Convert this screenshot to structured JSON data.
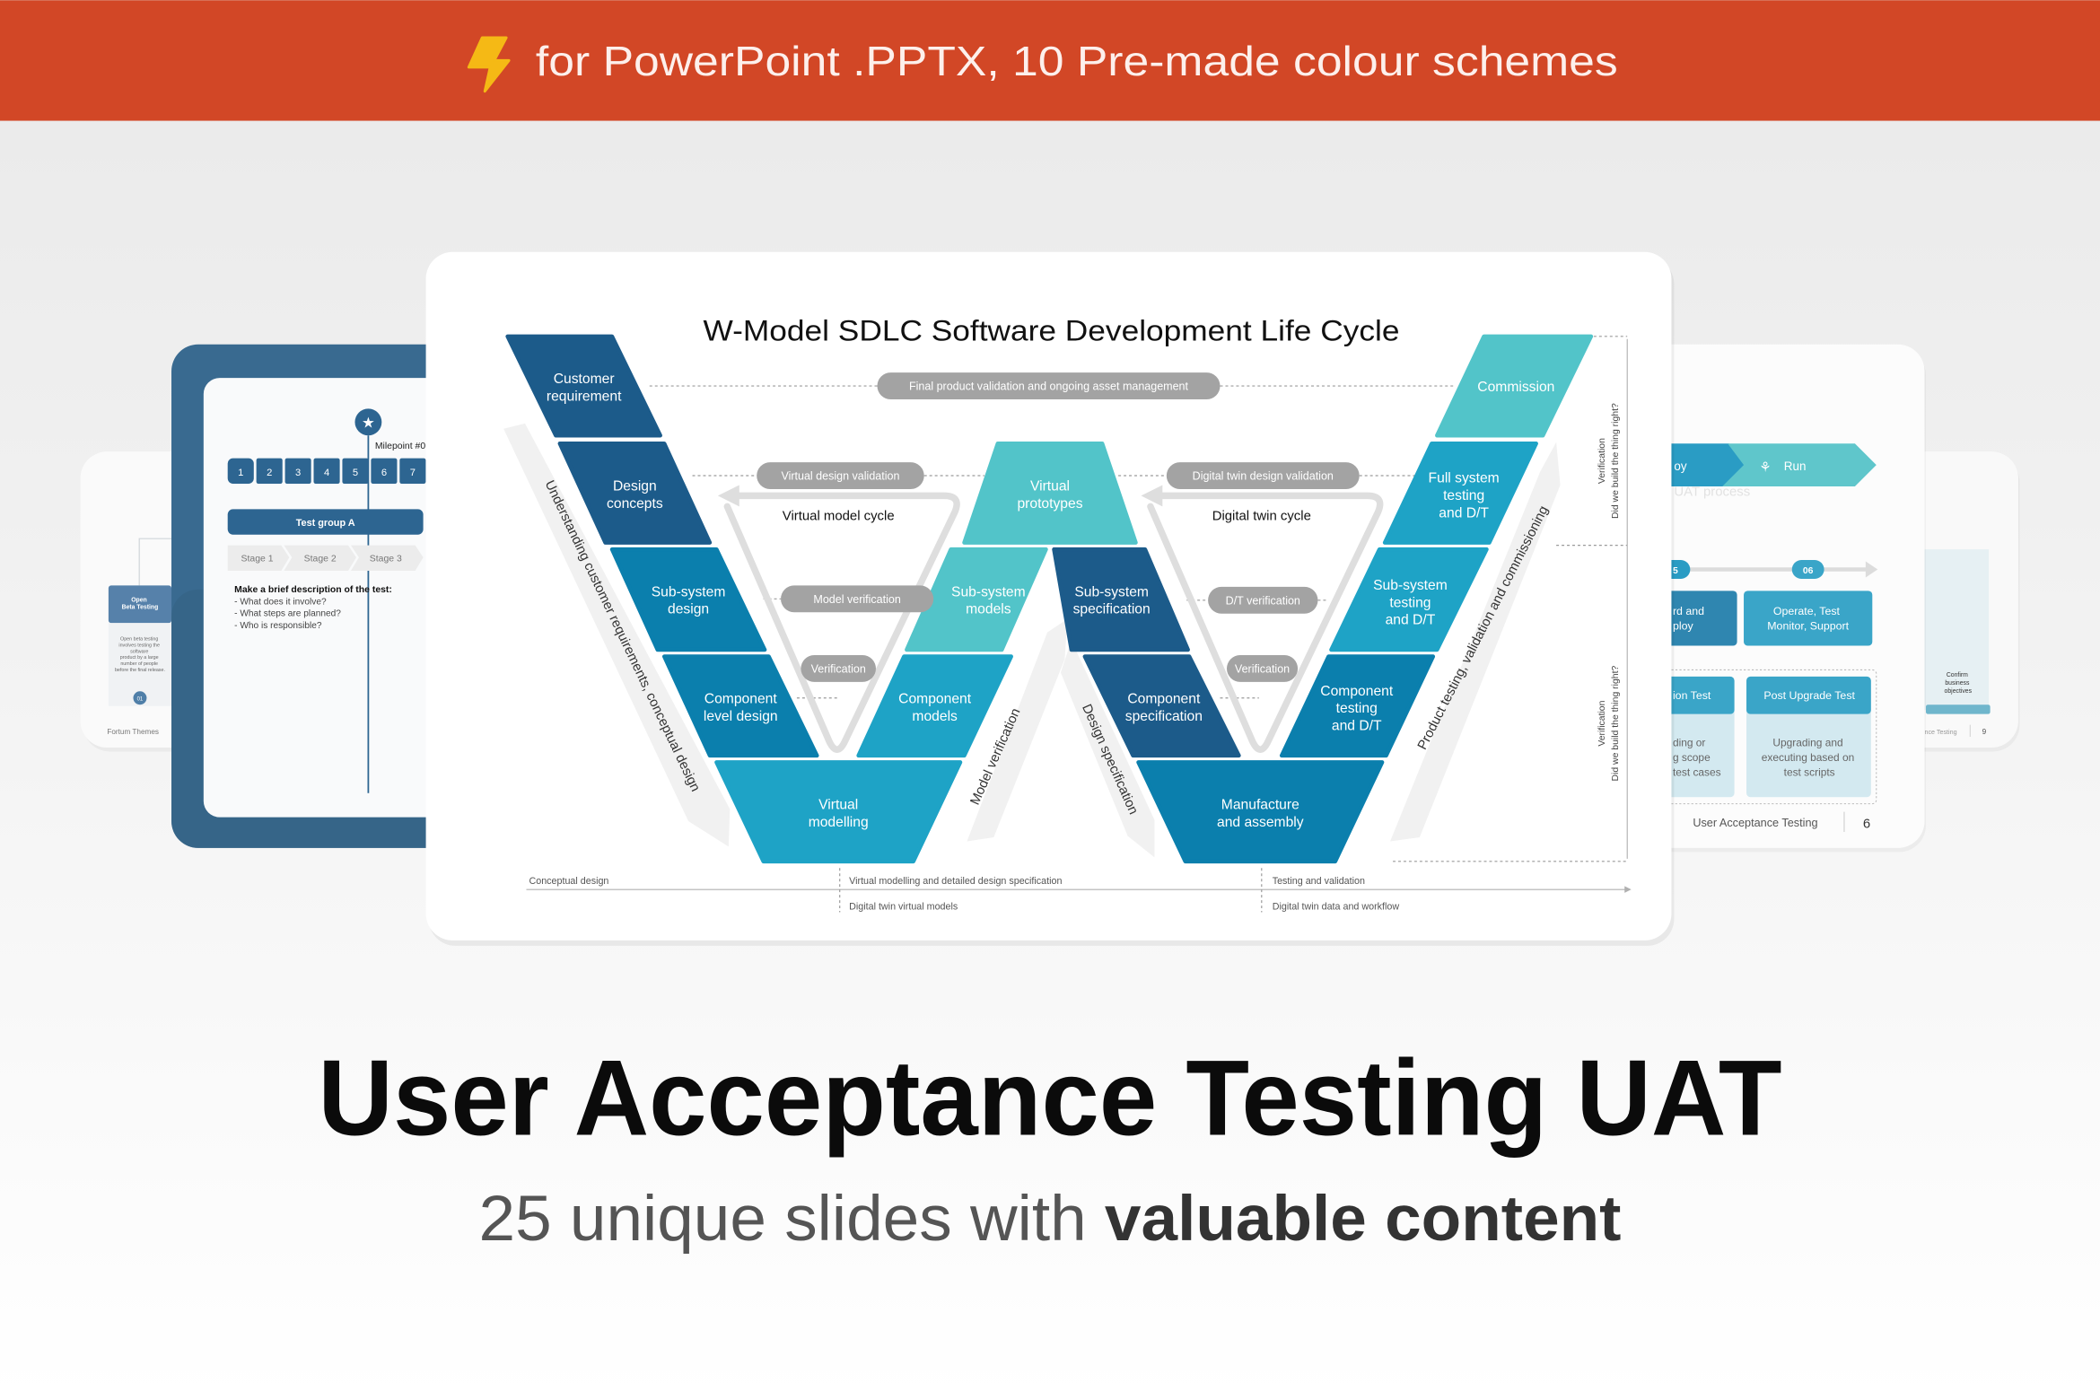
{
  "banner": {
    "text": "for PowerPoint .PPTX, 10 Pre-made colour schemes",
    "icon": "lightning-bolt-icon",
    "background": "#d24726",
    "icon_color": "#f5b915"
  },
  "headline": {
    "title": "User Acceptance Testing UAT",
    "subtitle_regular": "25 unique slides with ",
    "subtitle_bold": "valuable content"
  },
  "palette": {
    "dark_blue": "#1c5b8a",
    "mid_blue": "#0b7fad",
    "light_blue": "#1ea3c6",
    "teal": "#52c4c9",
    "pill_gray": "#a3a3a3"
  },
  "main_slide": {
    "title": "W-Model SDLC Software Development Life Cycle",
    "blocks": [
      {
        "lines": [
          "Customer",
          "requirement"
        ],
        "tone": "dark_blue"
      },
      {
        "lines": [
          "Design",
          "concepts"
        ],
        "tone": "dark_blue"
      },
      {
        "lines": [
          "Sub-system",
          "design"
        ],
        "tone": "mid_blue"
      },
      {
        "lines": [
          "Component",
          "level design"
        ],
        "tone": "mid_blue"
      },
      {
        "lines": [
          "Virtual",
          "modelling"
        ],
        "tone": "light_blue"
      },
      {
        "lines": [
          "Component",
          "models"
        ],
        "tone": "light_blue"
      },
      {
        "lines": [
          "Sub-system",
          "models"
        ],
        "tone": "teal"
      },
      {
        "lines": [
          "Virtual",
          "prototypes"
        ],
        "tone": "teal"
      },
      {
        "lines": [
          "Sub-system",
          "specification"
        ],
        "tone": "dark_blue"
      },
      {
        "lines": [
          "Component",
          "specification"
        ],
        "tone": "dark_blue"
      },
      {
        "lines": [
          "Manufacture",
          "and assembly"
        ],
        "tone": "mid_blue"
      },
      {
        "lines": [
          "Component",
          "testing",
          "and D/T"
        ],
        "tone": "mid_blue"
      },
      {
        "lines": [
          "Sub-system",
          "testing",
          "and D/T"
        ],
        "tone": "light_blue"
      },
      {
        "lines": [
          "Full system",
          "testing",
          "and D/T"
        ],
        "tone": "light_blue"
      },
      {
        "lines": [
          "Commission"
        ],
        "tone": "teal"
      }
    ],
    "pills": [
      "Final product validation and ongoing asset management",
      "Virtual design validation",
      "Model verification",
      "Verification",
      "Digital twin design validation",
      "D/T verification",
      "Verification"
    ],
    "cycle_labels": [
      "Virtual model cycle",
      "Digital twin cycle"
    ],
    "diagonal_labels": [
      "Understanding customer requirements, conceptual design",
      "Model verification",
      "Design specification",
      "Product testing, validation and commissioning"
    ],
    "side_labels": [
      {
        "line1": "Verification",
        "line2": "Did we build the thing right?"
      },
      {
        "line1": "Verification",
        "line2": "Did we build the thing right?"
      }
    ],
    "timeline": {
      "top": [
        "Conceptual design",
        "Virtual modelling and detailed design specification",
        "Testing and validation"
      ],
      "bottom": [
        "Digital twin virtual models",
        "Digital twin data and workflow"
      ]
    }
  },
  "left_tablet": {
    "milepoint": "Milepoint #0",
    "numbers": [
      "1",
      "2",
      "3",
      "4",
      "5",
      "6",
      "7"
    ],
    "group": "Test group A",
    "stages": [
      "Stage 1",
      "Stage 2",
      "Stage 3"
    ],
    "description_title": "Make a brief description of the test:",
    "description_items": [
      "- What does it involve?",
      "- What steps are planned?",
      "- Who is responsible?"
    ],
    "star_icon": "star-icon"
  },
  "far_left_slide": {
    "card_title": [
      "Open",
      "Beta Testing"
    ],
    "card_text": [
      "Open beta testing",
      "involves testing the",
      "software",
      "product by a large",
      "number of people",
      "before the final release."
    ],
    "badge": "01",
    "footer": "Fortum Themes"
  },
  "right_slide": {
    "chevrons": [
      "oy",
      "Run"
    ],
    "run_icon": "plant-icon",
    "faded_heading": "UAT process",
    "steps": [
      "5",
      "06"
    ],
    "boxes": [
      [
        "rd and",
        "ploy"
      ],
      [
        "Operate, Test",
        "Monitor, Support"
      ]
    ],
    "tests": [
      {
        "title": "ion Test",
        "text": [
          "ding or",
          "g scope",
          "test cases"
        ]
      },
      {
        "title": "Post Upgrade Test",
        "text": [
          "Upgrading and",
          "executing based on",
          "test scripts"
        ]
      }
    ],
    "footer": "User Acceptance Testing",
    "page": "6"
  },
  "far_right_slide": {
    "card_text": [
      "Confirm",
      "business",
      "objectives"
    ],
    "footer": "nce Testing",
    "page": "9"
  }
}
